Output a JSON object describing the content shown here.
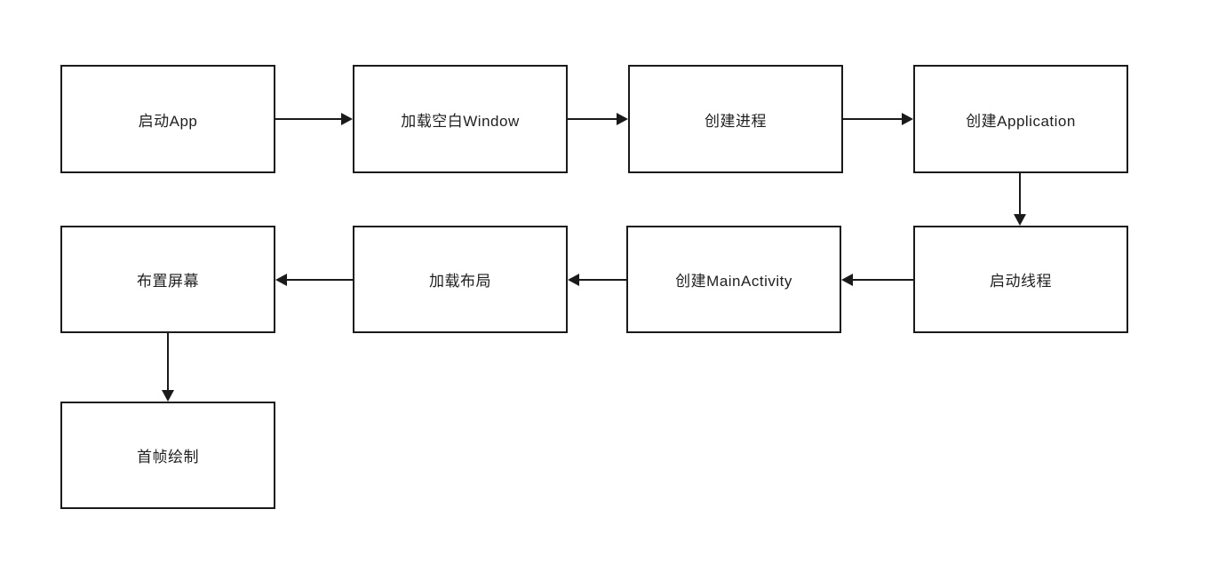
{
  "diagram": {
    "type": "flowchart",
    "background_color": "#ffffff",
    "node_border_color": "#1a1a1a",
    "node_fill_color": "#ffffff",
    "text_color": "#1f1f1f",
    "arrow_color": "#1a1a1a"
  },
  "nodes": [
    {
      "id": "start-app",
      "label": "启动App"
    },
    {
      "id": "load-blank-window",
      "label": "加载空白Window"
    },
    {
      "id": "create-process",
      "label": "创建进程"
    },
    {
      "id": "create-application",
      "label": "创建Application"
    },
    {
      "id": "launch-thread",
      "label": "启动线程"
    },
    {
      "id": "create-mainactivity",
      "label": "创建MainActivity"
    },
    {
      "id": "load-layout",
      "label": "加载布局"
    },
    {
      "id": "layout-screen",
      "label": "布置屏幕"
    },
    {
      "id": "first-frame-draw",
      "label": "首帧绘制"
    }
  ],
  "edges": [
    {
      "from": "启动App",
      "to": "加载空白Window",
      "direction": "right"
    },
    {
      "from": "加载空白Window",
      "to": "创建进程",
      "direction": "right"
    },
    {
      "from": "创建进程",
      "to": "创建Application",
      "direction": "right"
    },
    {
      "from": "创建Application",
      "to": "启动线程",
      "direction": "down"
    },
    {
      "from": "启动线程",
      "to": "创建MainActivity",
      "direction": "left"
    },
    {
      "from": "创建MainActivity",
      "to": "加载布局",
      "direction": "left"
    },
    {
      "from": "加载布局",
      "to": "布置屏幕",
      "direction": "left"
    },
    {
      "from": "布置屏幕",
      "to": "首帧绘制",
      "direction": "down"
    }
  ]
}
